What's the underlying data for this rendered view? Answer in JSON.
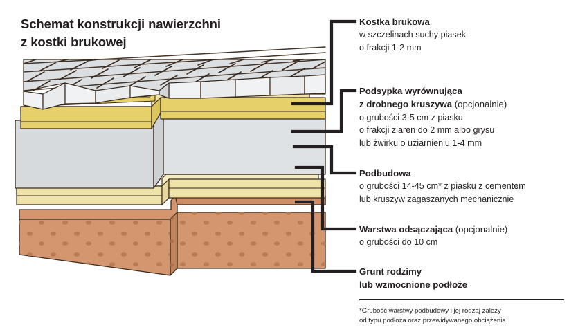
{
  "title": {
    "line1": "Schemat konstrukcji nawierzchni",
    "line2": "z kostki brukowej"
  },
  "callouts": [
    {
      "id": "kostka-brukowa",
      "title_bold": "Kostka brukowa",
      "title_regular": "",
      "body": [
        "w szczelinach suchy piasek",
        "o frakcji 1-2 mm"
      ]
    },
    {
      "id": "podsypka-wyrownujaca",
      "title_bold": "Podsypka wyrównująca",
      "title_bold2": "z drobnego kruszywa",
      "title_regular": " (opcjonalnie)",
      "body": [
        "o grubości 3-5 cm z piasku",
        "o frakcji ziaren do 2 mm albo grysu",
        "lub żwirku o uziarnieniu 1-4 mm"
      ]
    },
    {
      "id": "podbudowa",
      "title_bold": "Podbudowa",
      "title_regular": "",
      "body": [
        "o grubości 14-45 cm* z piasku z cementem",
        "lub kruszyw zagaszanych mechanicznie"
      ]
    },
    {
      "id": "warstwa-odsaczajaca",
      "title_bold": "Warstwa odsączająca",
      "title_regular": " (opcjonalnie)",
      "body": [
        "o grubości do 10 cm"
      ]
    },
    {
      "id": "grunt-rodzimy",
      "title_bold": "Grunt rodzimy",
      "title_bold2": "lub wzmocnione podłoże",
      "title_regular": "",
      "body": []
    }
  ],
  "footnote": {
    "line1": "*Grubość warstwy podbudowy i jej rodzaj zależy",
    "line2": "od typu podłoża oraz przewidywanego obciążenia"
  },
  "colors": {
    "paver_top": "#dcdfe2",
    "paver_side": "#e9ebed",
    "paver_front": "#f1f2f3",
    "bedding_sand": "#e6d06a",
    "bedding_sand_light": "#f0e3a2",
    "base_course": "#d7dadd",
    "base_course_light": "#e4e7e9",
    "drainage": "#eee4a9",
    "drainage_light": "#f4edc4",
    "subsoil": "#d4966e",
    "subsoil_dark": "#c08257",
    "subsoil_dot": "#b87a50",
    "outline": "#231f20",
    "text": "#231f20"
  },
  "layer_names": [
    "paving-stones",
    "leveling-bedding-sand",
    "base-course",
    "drainage-layer",
    "native-subsoil"
  ]
}
